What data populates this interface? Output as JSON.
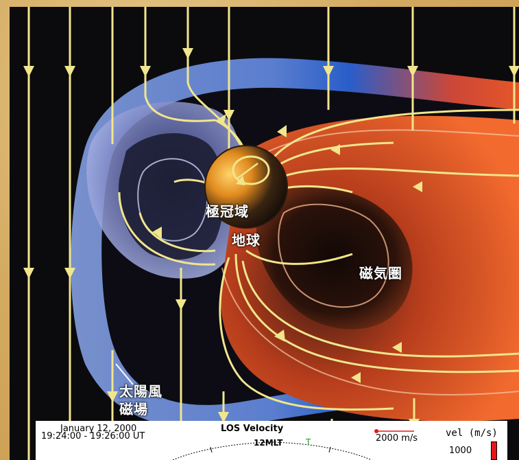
{
  "labels": {
    "polar_cap": "極冠域",
    "earth": "地球",
    "magnetosphere": "磁気圏",
    "imf_line1": "太陽風",
    "imf_line2": "磁場"
  },
  "panel": {
    "date": "January 12, 2000",
    "time_range": "19:24:00 - 19:26:00 UT",
    "title": "LOS Velocity",
    "mlt_label": "12MLT",
    "t_marker": "T",
    "scale_label": "2000 m/s",
    "vel_label": "vel (m/s)",
    "vel_tick": "1000"
  },
  "colors": {
    "field_lines": "#f1e68c",
    "sheath_blue": "#6a8fd8",
    "magnetosphere_red": "#e2552b",
    "background": "#0b0b0e",
    "frame": "#d4ab62",
    "velocity_bar": "#e3181a"
  }
}
